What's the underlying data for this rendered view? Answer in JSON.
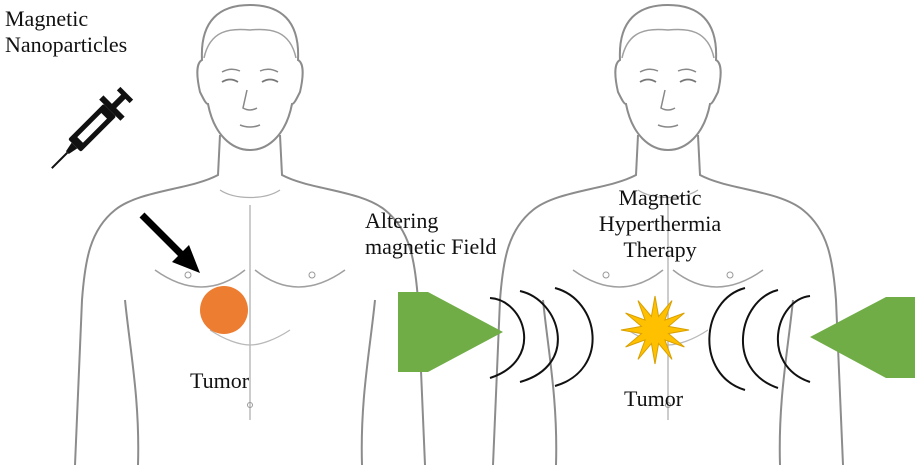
{
  "labels": {
    "nanoparticles": [
      "Magnetic",
      "Nanoparticles"
    ],
    "field": [
      "Altering",
      "magnetic Field"
    ],
    "therapy": [
      "Magnetic",
      "Hyperthermia",
      "Therapy"
    ],
    "tumor_left": "Tumor",
    "tumor_right": "Tumor"
  },
  "colors": {
    "tumor": "#ED7D31",
    "coil": "#70AD47",
    "heat": "#FFC000",
    "outline": "#8c8c8c"
  }
}
